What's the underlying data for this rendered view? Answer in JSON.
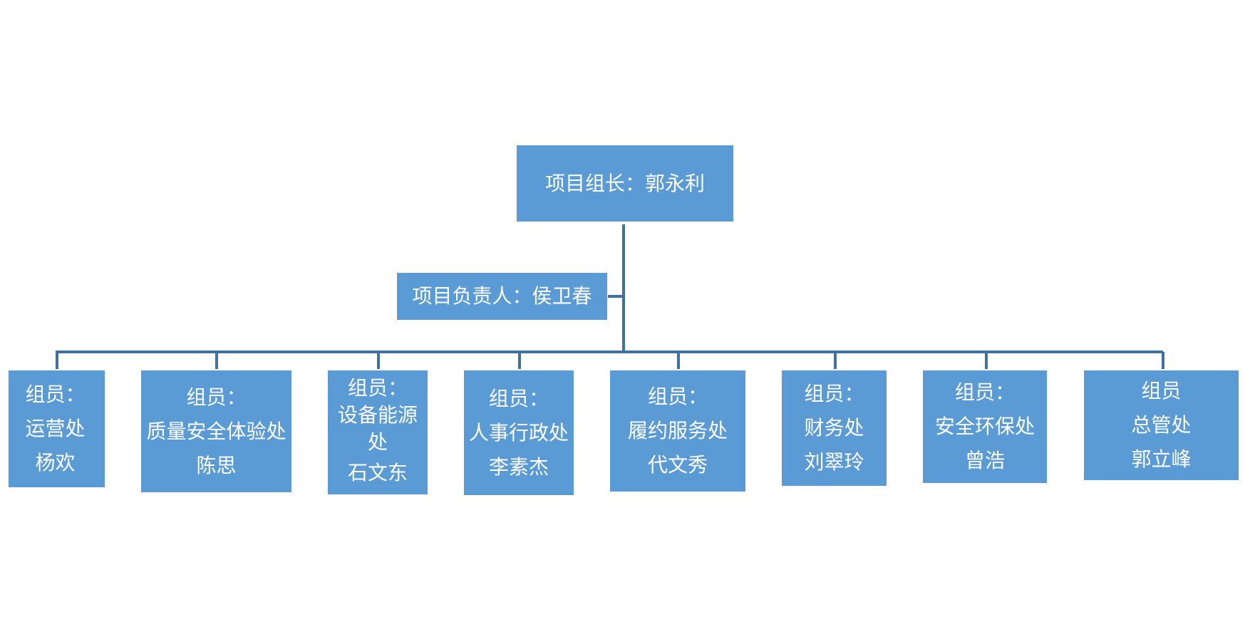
{
  "diagram": {
    "leader": "项目组长：郭永利",
    "manager": "项目负责人：侯卫春",
    "members": [
      {
        "role": "组员：",
        "dept": "运营处",
        "name": "杨欢"
      },
      {
        "role": "组员：",
        "dept": "质量安全体验处",
        "name": "陈思"
      },
      {
        "role": "组员：",
        "dept_line1": "设备能源",
        "dept_line2": "处",
        "name": "石文东"
      },
      {
        "role": "组员：",
        "dept": "人事行政处",
        "name": "李素杰"
      },
      {
        "role": "组员：",
        "dept": "履约服务处",
        "name": "代文秀"
      },
      {
        "role": "组员：",
        "dept": "财务处",
        "name": "刘翠玲"
      },
      {
        "role": "组员：",
        "dept": "安全环保处",
        "name": "曾浩"
      },
      {
        "role": "组员",
        "dept": "总管处",
        "name": "郭立峰"
      }
    ],
    "colors": {
      "box_fill": "#5b9bd5",
      "connector": "#41719c",
      "text": "#ffffff"
    }
  }
}
